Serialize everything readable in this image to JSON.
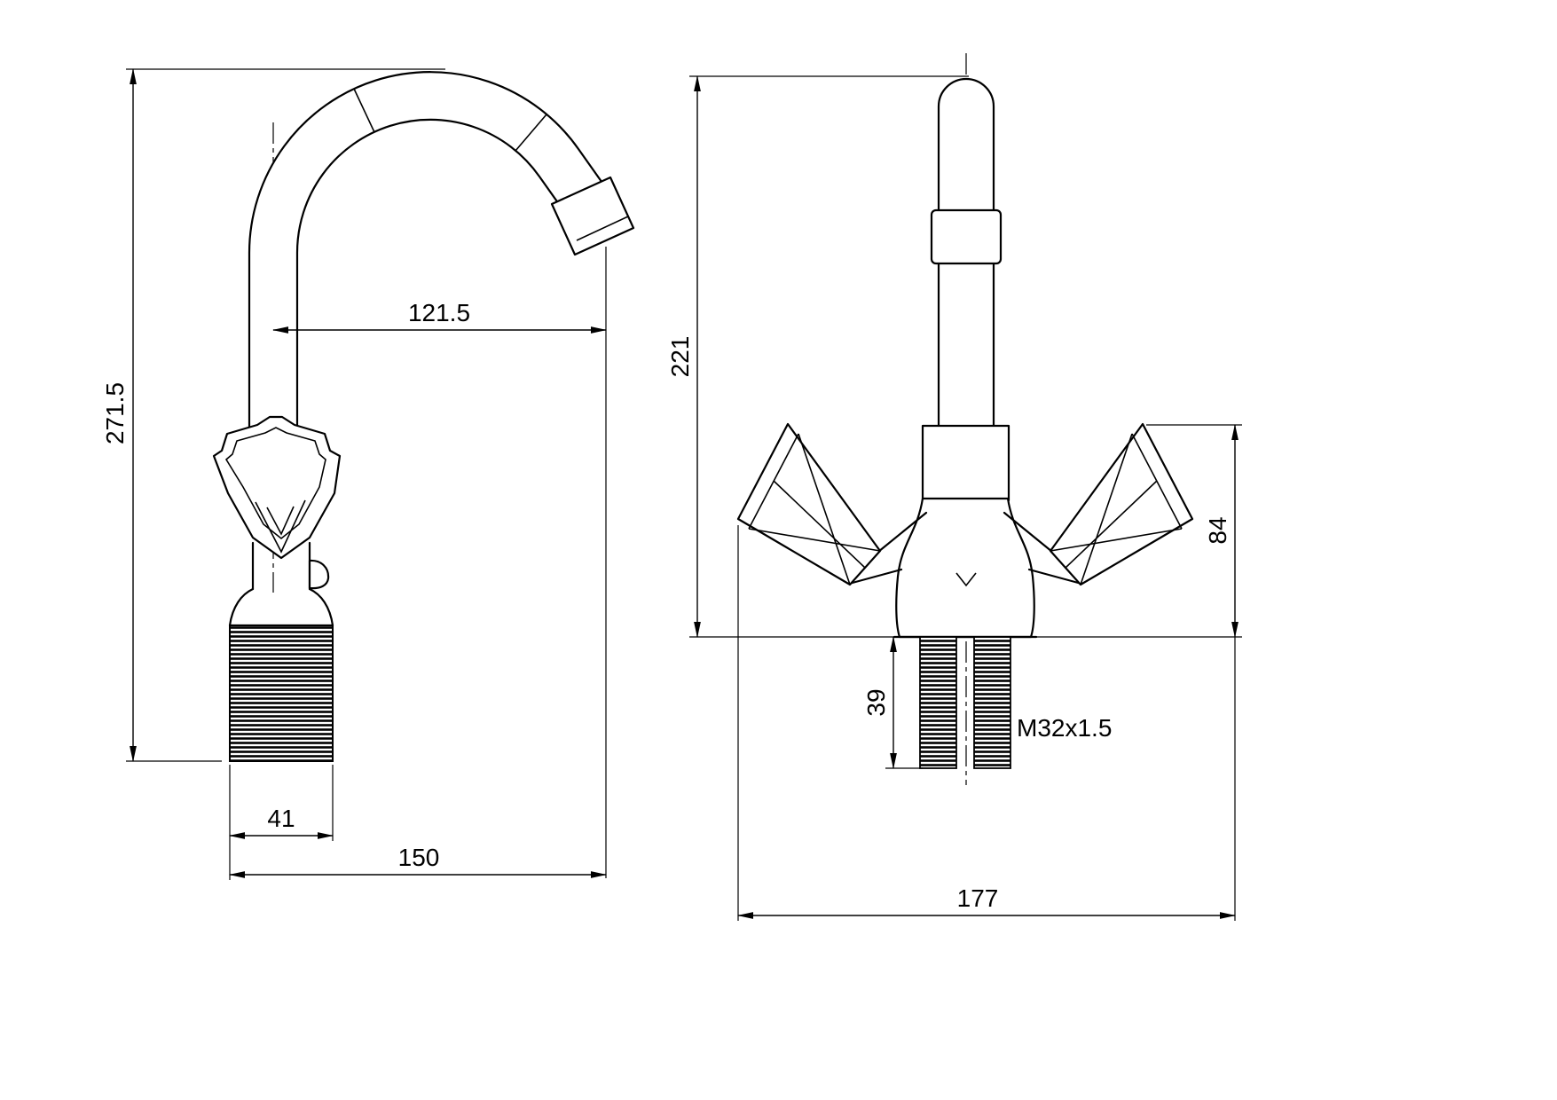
{
  "drawing": {
    "title": "faucet-two-view-technical-drawing",
    "side_view": {
      "overall_height": "271.5",
      "spout_reach": "121.5",
      "thread_width": "41",
      "overall_depth": "150"
    },
    "front_view": {
      "spout_height": "221",
      "handle_height": "84",
      "thread_length": "39",
      "thread_spec": "M32x1.5",
      "overall_width": "177"
    }
  },
  "style": {
    "line_color": "#000000",
    "background_color": "#ffffff"
  }
}
